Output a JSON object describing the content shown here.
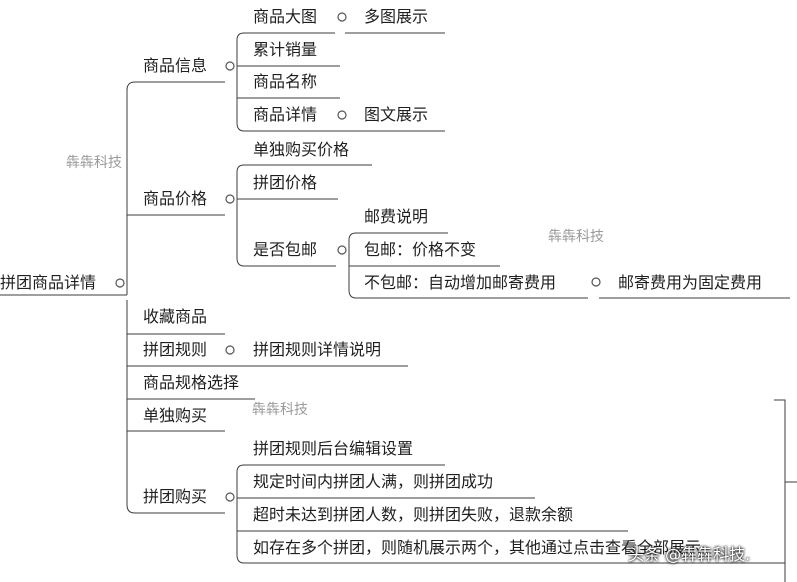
{
  "root": "拼团商品详情",
  "product_info": {
    "label": "商品信息",
    "big_image": "商品大图",
    "big_image_note": "多图展示",
    "sales": "累计销量",
    "name": "商品名称",
    "detail": "商品详情",
    "detail_note": "图文展示"
  },
  "price": {
    "label": "商品价格",
    "solo_price": "单独购买价格",
    "group_price": "拼团价格",
    "shipping": {
      "label": "是否包邮",
      "desc": "邮费说明",
      "free": "包邮：价格不变",
      "not_free": "不包邮：自动增加邮寄费用",
      "not_free_note": "邮寄费用为固定费用"
    }
  },
  "favorite": "收藏商品",
  "group_rule": {
    "label": "拼团规则",
    "note": "拼团规则详情说明"
  },
  "spec": "商品规格选择",
  "solo_buy": "单独购买",
  "group_buy": {
    "label": "拼团购买",
    "items": [
      "拼团规则后台编辑设置",
      "规定时间内拼团人满，则拼团成功",
      "超时未达到拼团人数，则拼团失败，退款余额",
      "如存在多个拼团，则随机展示两个，其他通过点击查看全部展示"
    ]
  },
  "watermarks": [
    "犇犇科技",
    "犇犇科技",
    "犇犇科技"
  ],
  "credit": "头条 @犇犇科技.",
  "colors": {
    "line": "#3c3c3c",
    "collapse_dot": "#555555"
  }
}
